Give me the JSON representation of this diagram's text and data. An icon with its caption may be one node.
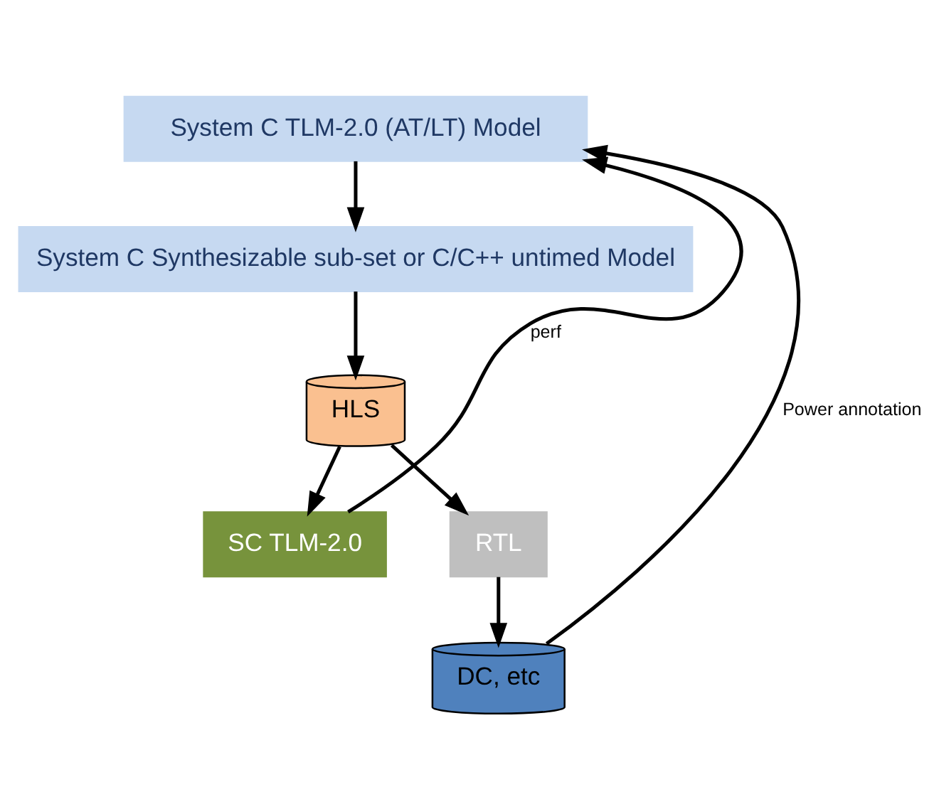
{
  "diagram": {
    "nodes": [
      {
        "text": [
          "System C TLM-2.0 (AT/LT) Model"
        ]
      },
      {
        "text": [
          "System C Synthesizable sub-set or C/C++ untimed Model"
        ]
      },
      {
        "text": [
          "HLS"
        ]
      },
      {
        "text": [
          "SC TLM-2.0"
        ]
      },
      {
        "text": [
          "RTL"
        ]
      },
      {
        "text": [
          "DC, etc"
        ]
      }
    ],
    "edges": [
      {
        "from": 0,
        "to": 1,
        "arrow": "to"
      },
      {
        "from": 1,
        "to": 2,
        "arrow": "to"
      },
      {
        "from": 2,
        "to": 3,
        "arrow": "to"
      },
      {
        "from": 2,
        "to": 4,
        "arrow": "to"
      },
      {
        "from": 4,
        "to": 5,
        "arrow": "to"
      },
      {
        "from": 3,
        "to": 0,
        "arrow": "to",
        "label": "perf"
      },
      {
        "from": 5,
        "to": 0,
        "arrow": "to",
        "label": "Power annotation"
      }
    ]
  }
}
